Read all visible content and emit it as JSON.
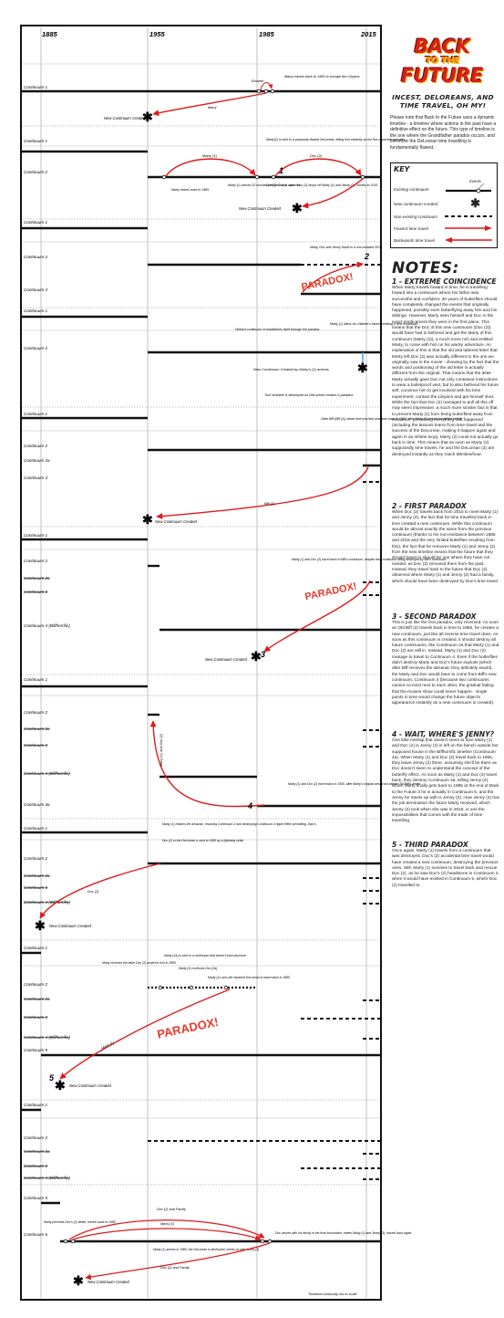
{
  "header": {
    "logo_line1": "BACK",
    "logo_line2": "TO THE",
    "logo_line3": "FUTURE",
    "subtitle": "INCEST, DELOREANS, AND TIME TRAVEL, OH MY!",
    "intro": "Please note that Back to the Future uses a dynamic timeline - a timeline where actions in the past have a definitive effect on the future. This type of timeline is the one where the Grandfather paradox occurs, and therefore the DeLorean time travelling is fundamentally flawed."
  },
  "years": [
    "1885",
    "1955",
    "1985",
    "2015"
  ],
  "key": {
    "title": "KEY",
    "events": "Events",
    "existing": "Existing continuum",
    "new_created": "New continuum created",
    "non_existing": "Non-existing continuum",
    "forward": "Foward time travel",
    "backward": "Backwards time travel"
  },
  "notes_title": "NOTES:",
  "notes": [
    {
      "title": "1 - EXTREME COINCIDENCE",
      "body": "When Marty travels foward in time, he is travelling foward into a continuum where his father was successful and confident. 30 years of butterflies should have completely changed the events that originally happened, possibly even butterflying away him and his siblings. However, Marty sees himself and Doc in the exact predicament they were in the first place. This means that the Doc of this new continuum (Doc (2)) would have had to befriend and get the Marty of this continuum (Marty (2)), a much more rich and entitled Marty, to come with him on his wacky adventure. An explenation of this is that the old and tattered letter that Marty left Doc (2) was actually different to the one we originally saw in the movie - showing by the fact that the words and positioning of the old letter is actually different from the original. That means that the letter Marty actually gave Doc not only contained instructions to wear a bulletproof vest, but to also befriend his future self, convince him to get involved with his time experiment, contact the Libyans and get himself shot. While the fact that Doc (2) managed to pull all this off may seem impressive, a much more sinister fact is that to prevent Marty (1) from being butterflied away from existance, preventing everything that happened (including the lessons learnt from time travel and the success of the DeLorean, making it happen again and again in an infinite loop), Marty (2) could not actually go back in time. This means that as soon as Marty (2) supposedly time travels, he and the DeLorean (2) are destroyed instantly as they reach 88miles/hour."
    },
    {
      "title": "2 - FIRST PARADOX",
      "body": "When Doc (2) travels back from 2015 to meet Marty (1) and Jenny (2), the fact that he time travelled back in time created a new continuum. While this continuum would be almost exactly the same from the previous continuum (thanks to his non-existance between 1985 and 2015 and the very limited butteflies resulting from this), the fact that he removes Marty (1) and Jenny (2) from the new timeline means that the future that they should travel to should be one where they have not existed, as Doc (2) removed them from the past. Instead, they travel back to the future that Doc (2) observed where Marty (1) and Jenny (2) had a family, which should have been destroyed by Doc's time travel."
    },
    {
      "title": "3 - SECOND PARADOX",
      "body": "This is just like the first paradox, only reversed. As soon as Old Biff (2) travels back in time to 1955, he creates a new continuum, just like all reverse time travel does. As soon as this continuum is created, it should destroy all future continuums, like Continuum 2a that Marty (1) and Doc (2) are still in. Instead, Marty (1) and Doc (2) manage to travel to Continuum 4. Even if the butterflies didn't destroy Marty and Doc's future exploits (which after Biff recieves the almanac they definitely would), the Marty and Doc would have to come from Biff's new continuum, Continuum 4 (because two continuums cannot co-exist next to each other, the gradual fading that the movies show could never happen - single points in time would change the future object's appearance instantly as a new continuum is created)."
    },
    {
      "title": "4 - WAIT, WHERE'S JENNY?",
      "body": "One little mishap that doesn't seem to faze Marty (1) and Doc (2) is Jenny (2) is left on the bench outside her supposed house in the Biffhorrific timeline (Continuum 4a). When Marty (1) and Doc (2) travel back to 1955, they leave Jenny (2) there, assuming she'll be there as Doc doesn't seem to understand the concept of the butterfly effect. As soon as Marty (1) and Doc (2) travel back, they destroy Continuum 4a, killing Jenny (2). When Marty finally gets back to 1985 at the end of Back to the Future 3 he is actually in Continuum 6, and the Jenny he meets up with is Jenny (3). How Jenny (3) has the job termination the future Marty recieved, which Jenny (2) took when she was in 2015, is one the impossibilities that comes with the trade of time travelling."
    },
    {
      "title": "5 - THIRD PARADOX",
      "body": "Once again, Marty (1) travels from a continuum that was destroyed. Doc's (2) accidental time travel would have created a new continuum, destroying the previous ones. Still, Marty (1) survives to travel back and rescue Doc (2), as he saw Doc's (2) headstone in Continuum 2, when it would have existed in Continuum 5, where Doc (2) travelled to."
    }
  ],
  "diagram": {
    "labels": {
      "c1": "Continuum 1",
      "c2": "Continuum 2",
      "c2a": "Continuum 2a",
      "c3": "Continuum 3",
      "c4": "Continuum 4 (Biffhorrific)",
      "c4a": "Continuum 4a",
      "c5": "Continuum 5",
      "c6": "Continuum 6",
      "new_created": "New Continuum Created",
      "new_created_marty": "New Continuum Created by Marty's (1) actions",
      "paradox": "PARADOX!",
      "footer": "Timelines obviously not to scale"
    },
    "annotations": {
      "p1_einstein": "Einstein",
      "p1_marty_back": "Marty travels back to 1955 to escape the Libyans",
      "p1_marty": "Marty",
      "p2_marty1": "Marty (1)",
      "p2_doc2": "Doc (2)",
      "p2_marty2_sent": "Marty(2) is sent to a purposely flawed DeLorean, killing him instantly as the flux capacitor activates",
      "p2_marty_1985": "Marty travels back to 1985",
      "p2_marty_arrives": "Marty (1) arrives 10 minutes before Doc is shot",
      "p2_doc_shot": "Doc (2) is shot, survives",
      "p2_doc_drops": "Doc (2) drops off Marty (1) and Jenny (2), travels to 2015",
      "p3_travel": "Marty, Doc and Jenny travel to a non-existant 2015",
      "p4_defunct": "Defunct continuum re-establishes itself through the paradox",
      "p4_marty_alters": "Marty (1) alters his children's future, creating a new continuum",
      "p4_true": "True timeline is destroyed as DeLorean creates a paradox",
      "p5_biff_steals": "Older Biff (Biff (2)) steals time machine and goes back to 1955, after Marty (1) arrived but before he left",
      "p5_biff2": "Biff (2)",
      "p6_marty_doc": "Marty (1) and Doc (2) travel back to Biff's continuum, despite their continuum being destroyed by Biff's continuum",
      "p7_marty_doc": "Marty (1) and Doc (2)",
      "p7_travel": "Marty (1) and Doc (2) travel back to 1955, after Marty's original arrival but before Old Biff's arrival",
      "p8_marty_retakes": "Marty (1) retakes the almanac, restoring Continuum 2 and destroying Continuum 4 ripple effect permitting, that is",
      "p8_doc_sent": "Doc (2) in the DeLorean is sent to 1885 by a lightning strike",
      "p8_doc2": "Doc (2)",
      "p9_letter": "Marty recieves the letter Doc (2) wrote for him in 1885",
      "p9_sent": "Marty (1a) is sent to a continuum that doesn't exist anymore.",
      "p9_confronts": "Marty (1) confronts Doc (2a)",
      "p9_uses": "Marty (1) uses the repaired DeLorean to travel back to 1885",
      "p9_marty1": "Marty (1)",
      "p10_prevents": "Marty prevents Doc's (2) death, travels back to 1985",
      "p10_doc_family": "Doc (2) and Family",
      "p10_marty1": "Marty (1)",
      "p10_arrives": "Marty (1) arrives in 1985, the DeLorean is destroyed, meets up with Jenny (3)",
      "p10_doc_arrives": "Doc arrives with his family in the time locomotive, meets Marty (1) and Jenny (3), travels back again"
    },
    "numbers": [
      "1",
      "2",
      "3",
      "4",
      "5"
    ]
  },
  "colors": {
    "arrow": "#e01a1a",
    "line": "#111111",
    "paradox": "#e83a2a",
    "logo": "#d8201b"
  }
}
